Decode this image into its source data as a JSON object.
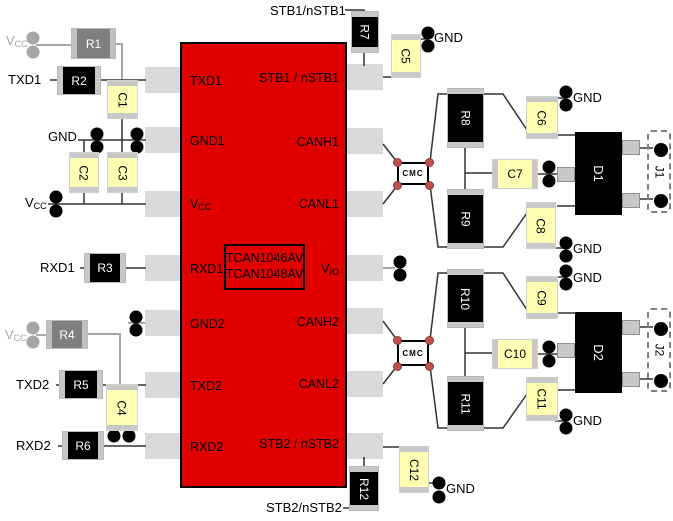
{
  "ic": {
    "part_line1": "TCAN1046AV",
    "part_line2": "TCAN1048AV",
    "pins": {
      "txd1": "TXD1",
      "gnd1": "GND1",
      "vcc_base": "V",
      "vcc_sub": "CC",
      "rxd1": "RXD1",
      "gnd2": "GND2",
      "txd2": "TXD2",
      "rxd2": "RXD2",
      "stb1": "STB1 / nSTB1",
      "canh1": "CANH1",
      "canl1": "CANL1",
      "vio_base": "V",
      "vio_sub": "IO",
      "canh2": "CANH2",
      "canl2": "CANL2",
      "stb2": "STB2 / nSTB2"
    }
  },
  "nets": {
    "vcc_base": "V",
    "vcc_sub": "CC",
    "txd1": "TXD1",
    "rxd1": "RXD1",
    "txd2": "TXD2",
    "rxd2": "RXD2",
    "gnd": "GND",
    "stb1": "STB1/nSTB1",
    "stb2": "STB2/nSTB2"
  },
  "components": {
    "resistors": [
      "R1",
      "R2",
      "R3",
      "R4",
      "R5",
      "R6",
      "R7",
      "R8",
      "R9",
      "R10",
      "R11",
      "R12"
    ],
    "capacitors": [
      "C1",
      "C2",
      "C3",
      "C4",
      "C5",
      "C6",
      "C7",
      "C8",
      "C9",
      "C10",
      "C11",
      "C12"
    ],
    "chokes": [
      "CMC",
      "CMC"
    ],
    "diodes": [
      "D1",
      "D2"
    ],
    "connectors": [
      "J1",
      "J2"
    ]
  },
  "colors": {
    "ic_fill": "#e10000",
    "capacitor_fill": "#ffffb3",
    "component_black": "#000000",
    "resistor_gray": "#7f7f7f",
    "terminal_gray": "#c8c8c8",
    "pad_gray": "#d9d9d9",
    "rail_gray": "#a6a6a6",
    "choke_pin_red": "#c0504d",
    "test_point": "#000000"
  }
}
